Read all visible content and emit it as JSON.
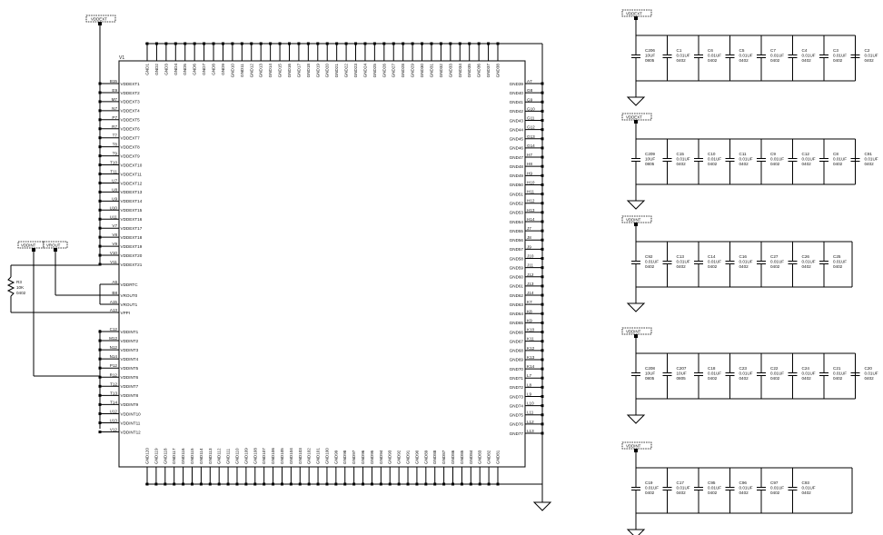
{
  "chip": {
    "refdes": "V1",
    "top_pin_labels": [
      "GND1",
      "GND2",
      "GND3",
      "GND4",
      "GND5",
      "GND6",
      "GND7",
      "GND8",
      "GND9",
      "GND10",
      "GND11",
      "GND12",
      "GND13",
      "GND14",
      "GND15",
      "GND16",
      "GND17",
      "GND18",
      "GND19",
      "GND20",
      "GND21",
      "GND22",
      "GND23",
      "GND24",
      "GND25",
      "GND26",
      "GND27",
      "GND28",
      "GND29",
      "GND30",
      "GND31",
      "GND32",
      "GND33",
      "GND34",
      "GND35",
      "GND36",
      "GND37",
      "GND38"
    ],
    "left_pins": [
      {
        "num": "B15",
        "name": "VDDEXT1"
      },
      {
        "num": "E9",
        "name": "VDDEXT2"
      },
      {
        "num": "M7",
        "name": "VDDEXT3"
      },
      {
        "num": "N7",
        "name": "VDDEXT4"
      },
      {
        "num": "P7",
        "name": "VDDEXT5"
      },
      {
        "num": "R7",
        "name": "VDDEXT6"
      },
      {
        "num": "T7",
        "name": "VDDEXT7"
      },
      {
        "num": "T8",
        "name": "VDDEXT8"
      },
      {
        "num": "T9",
        "name": "VDDEXT9"
      },
      {
        "num": "T10",
        "name": "VDDEXT10"
      },
      {
        "num": "T11",
        "name": "VDDEXT11"
      },
      {
        "num": "U7",
        "name": "VDDEXT12"
      },
      {
        "num": "U8",
        "name": "VDDEXT13"
      },
      {
        "num": "U9",
        "name": "VDDEXT14"
      },
      {
        "num": "U10",
        "name": "VDDEXT15"
      },
      {
        "num": "U11",
        "name": "VDDEXT16"
      },
      {
        "num": "V7",
        "name": "VDDEXT17"
      },
      {
        "num": "V8",
        "name": "VDDEXT18"
      },
      {
        "num": "V9",
        "name": "VDDEXT19"
      },
      {
        "num": "V10",
        "name": "VDDEXT20"
      },
      {
        "num": "V11",
        "name": "VDDEXT21"
      },
      {
        "num": "A6",
        "name": "VDDRTC"
      },
      {
        "num": "B8",
        "name": "VROUT0"
      },
      {
        "num": "A15",
        "name": "VROUT1"
      },
      {
        "num": "A13",
        "name": "VPPI"
      },
      {
        "num": "C12",
        "name": "VDDINT1"
      },
      {
        "num": "M12",
        "name": "VDDINT2"
      },
      {
        "num": "N12",
        "name": "VDDINT3"
      },
      {
        "num": "N14",
        "name": "VDDINT4"
      },
      {
        "num": "P12",
        "name": "VDDINT5"
      },
      {
        "num": "R12",
        "name": "VDDINT6"
      },
      {
        "num": "T12",
        "name": "VDDINT7"
      },
      {
        "num": "T13",
        "name": "VDDINT8"
      },
      {
        "num": "T14",
        "name": "VDDINT9"
      },
      {
        "num": "U12",
        "name": "VDDINT10"
      },
      {
        "num": "U13",
        "name": "VDDINT11"
      },
      {
        "num": "V12",
        "name": "VDDINT12"
      }
    ],
    "right_pins": [
      {
        "num": "A7",
        "name": "GND39"
      },
      {
        "num": "G8",
        "name": "GND40"
      },
      {
        "num": "G9",
        "name": "GND41"
      },
      {
        "num": "G10",
        "name": "GND42"
      },
      {
        "num": "G11",
        "name": "GND43"
      },
      {
        "num": "G12",
        "name": "GND44"
      },
      {
        "num": "G13",
        "name": "GND45"
      },
      {
        "num": "G14",
        "name": "GND46"
      },
      {
        "num": "H7",
        "name": "GND47"
      },
      {
        "num": "H8",
        "name": "GND48"
      },
      {
        "num": "H9",
        "name": "GND49"
      },
      {
        "num": "H10",
        "name": "GND50"
      },
      {
        "num": "H11",
        "name": "GND51"
      },
      {
        "num": "H12",
        "name": "GND52"
      },
      {
        "num": "H13",
        "name": "GND53"
      },
      {
        "num": "H14",
        "name": "GND54"
      },
      {
        "num": "J7",
        "name": "GND55"
      },
      {
        "num": "J8",
        "name": "GND56"
      },
      {
        "num": "J9",
        "name": "GND57"
      },
      {
        "num": "J10",
        "name": "GND58"
      },
      {
        "num": "J11",
        "name": "GND59"
      },
      {
        "num": "J12",
        "name": "GND60"
      },
      {
        "num": "J13",
        "name": "GND61"
      },
      {
        "num": "J14",
        "name": "GND62"
      },
      {
        "num": "K7",
        "name": "GND63"
      },
      {
        "num": "K8",
        "name": "GND64"
      },
      {
        "num": "K9",
        "name": "GND65"
      },
      {
        "num": "K10",
        "name": "GND66"
      },
      {
        "num": "K11",
        "name": "GND67"
      },
      {
        "num": "K12",
        "name": "GND68"
      },
      {
        "num": "K13",
        "name": "GND69"
      },
      {
        "num": "K14",
        "name": "GND70"
      },
      {
        "num": "L7",
        "name": "GND71"
      },
      {
        "num": "L8",
        "name": "GND72"
      },
      {
        "num": "L9",
        "name": "GND73"
      },
      {
        "num": "L10",
        "name": "GND74"
      },
      {
        "num": "L11",
        "name": "GND75"
      },
      {
        "num": "L12",
        "name": "GND76"
      },
      {
        "num": "L13",
        "name": "GND77"
      }
    ],
    "bottom_pin_labels": [
      "GND120",
      "GND119",
      "GND118",
      "GND117",
      "GND116",
      "GND115",
      "GND114",
      "GND113",
      "GND112",
      "GND111",
      "GND110",
      "GND109",
      "GND108",
      "GND107",
      "GND106",
      "GND105",
      "GND104",
      "GND103",
      "GND102",
      "GND101",
      "GND100",
      "GND99",
      "GND98",
      "GND97",
      "GND96",
      "GND95",
      "GND94",
      "GND93",
      "GND92",
      "GND91",
      "GND90",
      "GND89",
      "GND88",
      "GND87",
      "GND86",
      "GND85",
      "GND84",
      "GND83",
      "GND82",
      "GND81"
    ]
  },
  "net_flags": {
    "top": "VDDEXT",
    "left_a": "VDDINT",
    "left_b": "VROUT",
    "rows": [
      "VDDEXT",
      "VDDEXT",
      "VDDINT",
      "VDDINT",
      "VDDINT"
    ]
  },
  "resistor": {
    "ref": "R3",
    "value": "10K",
    "package": "0402"
  },
  "cap_rows": [
    [
      {
        "ref": "C206",
        "value": "10UF",
        "pkg": "0805"
      },
      {
        "ref": "C1",
        "value": "0.01UF",
        "pkg": "0402"
      },
      {
        "ref": "C6",
        "value": "0.01UF",
        "pkg": "0402"
      },
      {
        "ref": "C5",
        "value": "0.01UF",
        "pkg": "0402"
      },
      {
        "ref": "C7",
        "value": "0.01UF",
        "pkg": "0402"
      },
      {
        "ref": "C4",
        "value": "0.01UF",
        "pkg": "0402"
      },
      {
        "ref": "C3",
        "value": "0.01UF",
        "pkg": "0402"
      },
      {
        "ref": "C2",
        "value": "0.01UF",
        "pkg": "0402"
      }
    ],
    [
      {
        "ref": "C209",
        "value": "10UF",
        "pkg": "0805"
      },
      {
        "ref": "C15",
        "value": "0.01UF",
        "pkg": "0402"
      },
      {
        "ref": "C10",
        "value": "0.01UF",
        "pkg": "0402"
      },
      {
        "ref": "C11",
        "value": "0.01UF",
        "pkg": "0402"
      },
      {
        "ref": "C9",
        "value": "0.01UF",
        "pkg": "0402"
      },
      {
        "ref": "C12",
        "value": "0.01UF",
        "pkg": "0402"
      },
      {
        "ref": "C8",
        "value": "0.01UF",
        "pkg": "0402"
      },
      {
        "ref": "C91",
        "value": "0.01UF",
        "pkg": "0402"
      }
    ],
    [
      {
        "ref": "C92",
        "value": "0.01UF",
        "pkg": "0402"
      },
      {
        "ref": "C13",
        "value": "0.01UF",
        "pkg": "0402"
      },
      {
        "ref": "C14",
        "value": "0.01UF",
        "pkg": "0402"
      },
      {
        "ref": "C16",
        "value": "0.01UF",
        "pkg": "0402"
      },
      {
        "ref": "C27",
        "value": "0.01UF",
        "pkg": "0402"
      },
      {
        "ref": "C26",
        "value": "0.01UF",
        "pkg": "0402"
      },
      {
        "ref": "C25",
        "value": "0.01UF",
        "pkg": "0402"
      }
    ],
    [
      {
        "ref": "C208",
        "value": "10UF",
        "pkg": "0805"
      },
      {
        "ref": "C207",
        "value": "10UF",
        "pkg": "0805"
      },
      {
        "ref": "C18",
        "value": "0.01UF",
        "pkg": "0402"
      },
      {
        "ref": "C23",
        "value": "0.01UF",
        "pkg": "0402"
      },
      {
        "ref": "C22",
        "value": "0.01UF",
        "pkg": "0402"
      },
      {
        "ref": "C24",
        "value": "0.01UF",
        "pkg": "0402"
      },
      {
        "ref": "C21",
        "value": "0.01UF",
        "pkg": "0402"
      },
      {
        "ref": "C20",
        "value": "0.01UF",
        "pkg": "0402"
      }
    ],
    [
      {
        "ref": "C19",
        "value": "0.01UF",
        "pkg": "0402"
      },
      {
        "ref": "C17",
        "value": "0.01UF",
        "pkg": "0402"
      },
      {
        "ref": "C95",
        "value": "0.01UF",
        "pkg": "0402"
      },
      {
        "ref": "C96",
        "value": "0.01UF",
        "pkg": "0402"
      },
      {
        "ref": "C97",
        "value": "0.01UF",
        "pkg": "0402"
      },
      {
        "ref": "C93",
        "value": "0.01UF",
        "pkg": "0402"
      }
    ]
  ]
}
